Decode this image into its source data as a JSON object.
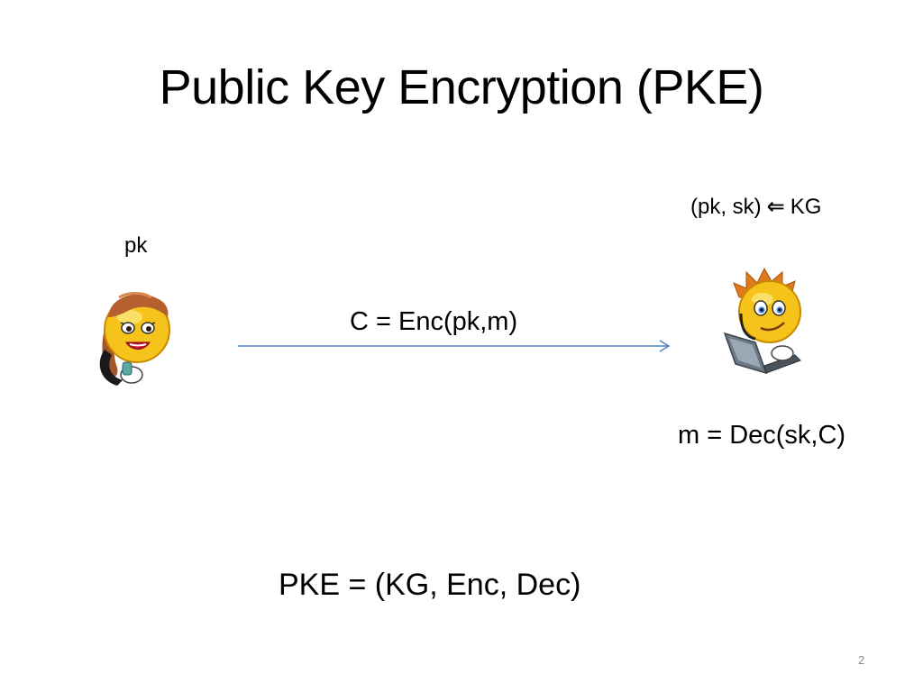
{
  "slide": {
    "title": "Public Key Encryption (PKE)",
    "page_number": "2"
  },
  "alice": {
    "label": "pk",
    "icon": "woman-smiley-icon"
  },
  "bob": {
    "keys": "(pk, sk)",
    "arrow_glyph": "⇐",
    "keygen": "KG",
    "icon": "man-smiley-laptop-icon"
  },
  "message": {
    "ciphertext_label": "C = Enc(pk,m)",
    "decryption_label": "m = Dec(sk,C)",
    "arrow_color": "#4f81bd"
  },
  "definition": "PKE = (KG, Enc, Dec)"
}
